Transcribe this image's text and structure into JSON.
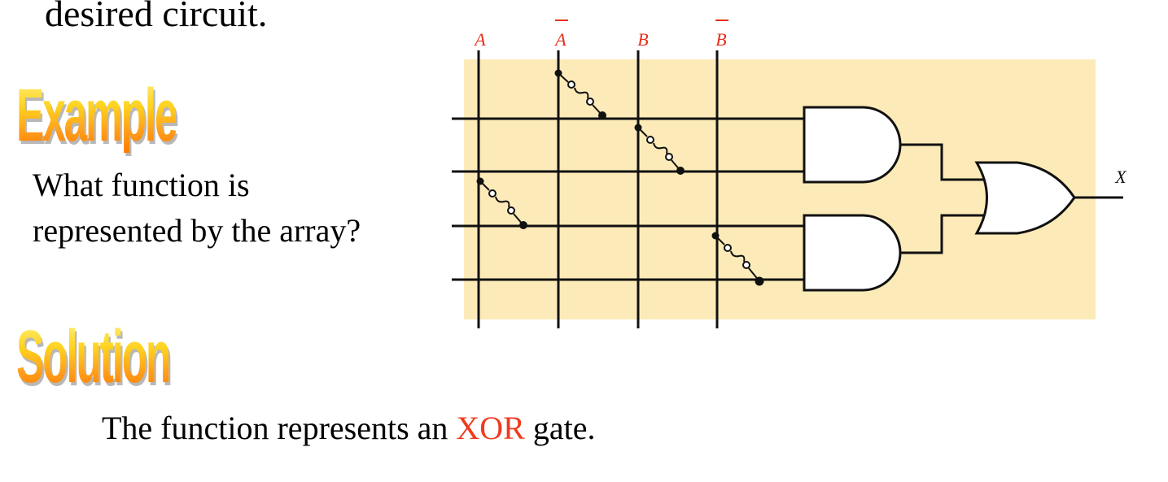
{
  "intro_text": "desired circuit.",
  "example_heading": "Example",
  "question": {
    "line1": "What function is",
    "line2": "represented by the array?"
  },
  "solution_heading": "Solution",
  "answer": {
    "prefix": "The function represents an ",
    "highlight": "XOR",
    "suffix": " gate."
  },
  "diagram": {
    "input_labels": [
      "A",
      "A",
      "B",
      "B"
    ],
    "input_overbars": [
      false,
      true,
      false,
      true
    ],
    "output_label": "X",
    "gates": [
      "AND",
      "AND",
      "OR"
    ],
    "fuse_connections": [
      {
        "input": "A̅",
        "and_row": 1
      },
      {
        "input": "B",
        "and_row": 2
      },
      {
        "input": "A",
        "and_row": 3
      },
      {
        "input": "B̅",
        "and_row": 4
      }
    ],
    "colors": {
      "panel_bg": "#fcebb8",
      "label_red": "#e8301c",
      "highlight": "#f03a1e"
    }
  }
}
